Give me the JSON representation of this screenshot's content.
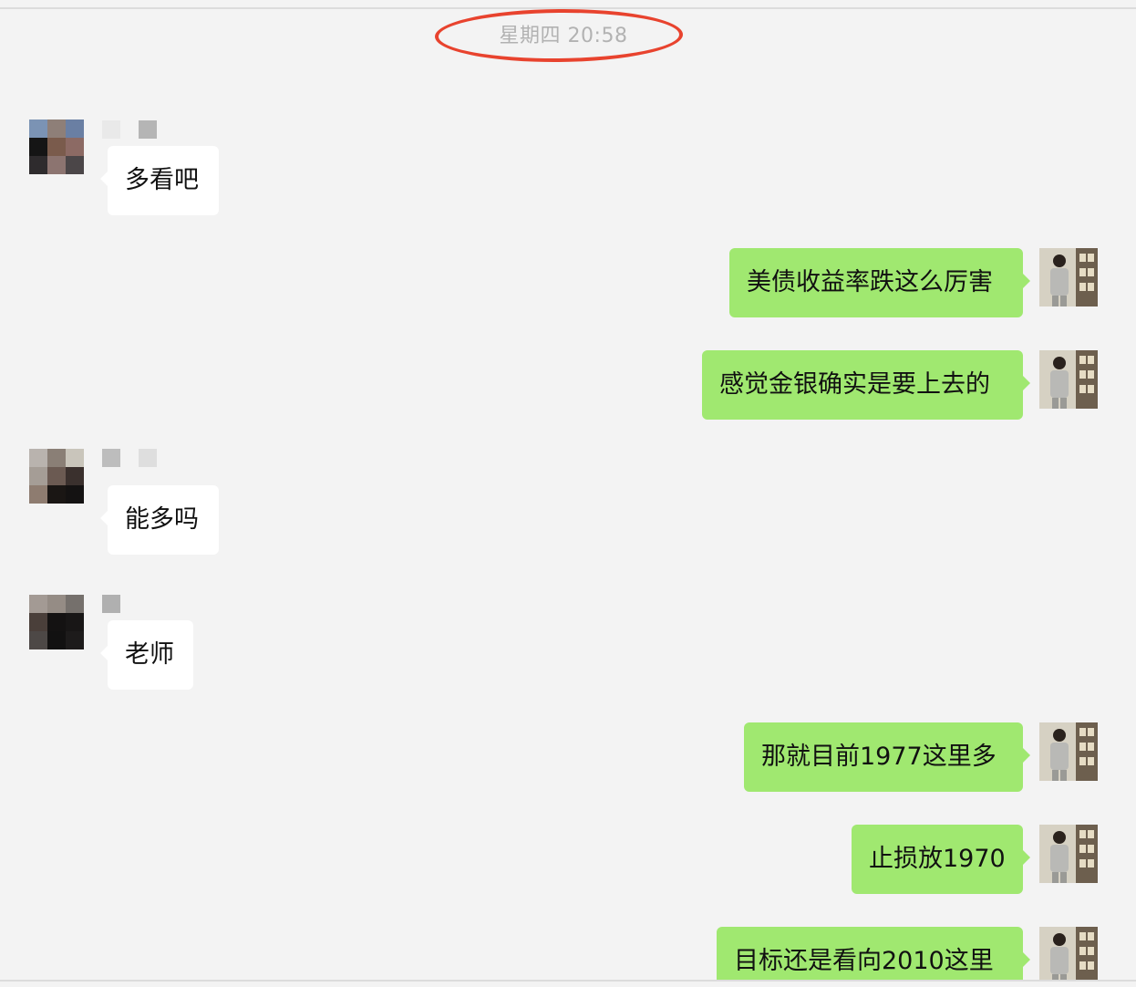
{
  "chat": {
    "timestamp": "星期四 20:58",
    "messages": [
      {
        "direction": "in",
        "text": "多看吧"
      },
      {
        "direction": "out",
        "text": "美债收益率跌这么厉害"
      },
      {
        "direction": "out",
        "text": "感觉金银确实是要上去的"
      },
      {
        "direction": "in",
        "text": "能多吗"
      },
      {
        "direction": "in",
        "text": "老师"
      },
      {
        "direction": "out",
        "text": "那就目前1977这里多"
      },
      {
        "direction": "out",
        "text": "止损放1970"
      },
      {
        "direction": "out",
        "text": "目标还是看向2010这里"
      }
    ]
  },
  "colors": {
    "background": "#f3f3f3",
    "outgoing_bubble": "#a0e870",
    "incoming_bubble": "#ffffff",
    "timestamp_text": "#b2b2b2",
    "annotation_circle": "#e8432e"
  },
  "icons": {
    "incoming_avatar": "pixelated-avatar-icon",
    "outgoing_avatar": "user-photo-avatar-icon"
  }
}
